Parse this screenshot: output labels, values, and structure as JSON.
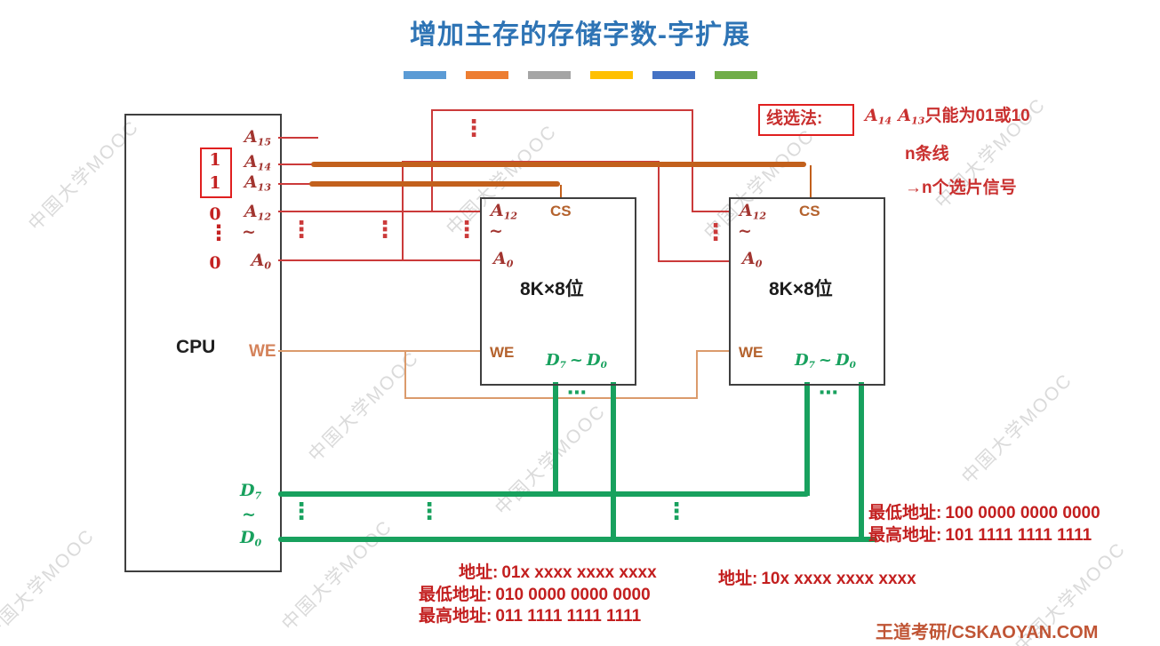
{
  "title": "增加主存的存储字数-字扩展",
  "accent_bars": [
    "#5B9BD5",
    "#ED7D31",
    "#A5A5A5",
    "#FFC000",
    "#4472C4",
    "#70AD47"
  ],
  "watermark": "中国大学MOOC",
  "glyphs": {
    "vdots": "⋮",
    "hdots": "⋯",
    "tilde": "~",
    "arrow": "→"
  },
  "cpu": {
    "label": "CPU",
    "pins": {
      "a15": {
        "b": "A",
        "s": "15"
      },
      "a14": {
        "b": "A",
        "s": "14"
      },
      "a13": {
        "b": "A",
        "s": "13"
      },
      "a12": {
        "b": "A",
        "s": "12"
      },
      "a0": {
        "b": "A",
        "s": "0"
      },
      "we": "WE",
      "d7": {
        "b": "D",
        "s": "7"
      },
      "d0": {
        "b": "D",
        "s": "0"
      }
    },
    "address_bits": {
      "a14": "1",
      "a13": "1",
      "a12": "0",
      "a0": "0"
    }
  },
  "chip": {
    "pins": {
      "a12": {
        "b": "A",
        "s": "12"
      },
      "a0": {
        "b": "A",
        "s": "0"
      },
      "cs": "CS",
      "we": "WE",
      "d7": {
        "b": "D",
        "s": "7"
      },
      "d0": {
        "b": "D",
        "s": "0"
      }
    },
    "capacity": "8K×8位"
  },
  "notes": {
    "line_select": {
      "boxed": "线选法:",
      "a14": {
        "b": "A",
        "s": "14"
      },
      "a13": {
        "b": "A",
        "s": "13"
      },
      "suffix": "只能为01或10",
      "n_lines": "n条线",
      "arrow": "→",
      "n_signals": "n个选片信号"
    }
  },
  "chip1_addresses": {
    "addr_label": "地址:",
    "addr": "01x xxxx xxxx xxxx",
    "low_label": "最低地址:",
    "low": "010 0000 0000 0000",
    "high_label": "最高地址:",
    "high": "011 1111 1111 1111"
  },
  "chip2_addresses": {
    "addr_label": "地址:",
    "addr": "10x xxxx xxxx xxxx",
    "low_label": "最低地址:",
    "low": "100 0000 0000 0000",
    "high_label": "最高地址:",
    "high": "101 1111 1111 1111"
  },
  "brand": "王道考研/CSKAOYAN.COM",
  "colors": {
    "title": "#2E74B5",
    "red_line": "#CB3A3A",
    "red_text": "#C9302F",
    "dark_red": "#A23530",
    "brown": "#C2601C",
    "brown_text": "#B4622D",
    "orange": "#DB9B6C",
    "green": "#18A15E",
    "brand": "#C05535"
  }
}
